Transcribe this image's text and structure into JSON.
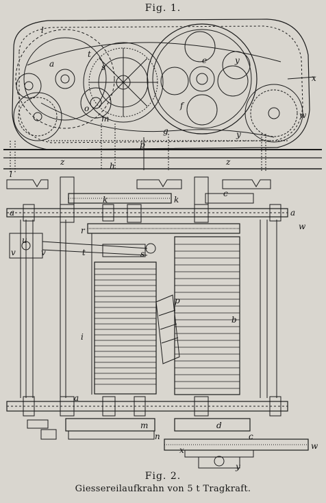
{
  "captions": {
    "fig1": "Fig. 1.",
    "fig2": "Fig. 2.",
    "title": "Giessereilaufkrahn von 5 t Tragkraft."
  },
  "fig1_labels": {
    "l": "l",
    "a": "a",
    "o": "o",
    "m": "m",
    "p": "p",
    "g": "g",
    "f": "f",
    "e": "e",
    "y1": "y",
    "y2": "y",
    "x": "x",
    "w": "w",
    "z1": "z",
    "z2": "z",
    "h": "h",
    "t": "t",
    "s": "s"
  },
  "fig2_labels": {
    "l": "l",
    "k1": "k",
    "k2": "k",
    "c": "c",
    "a_left": "a",
    "a_right": "a",
    "w_right": "w",
    "r": "r",
    "u": "u",
    "v1": "v",
    "v2": "v",
    "t": "t",
    "s": "s",
    "p": "p",
    "b": "b",
    "i": "i",
    "a_bottom": "a",
    "m": "m",
    "d": "d",
    "n": "n",
    "c_bottom": "c",
    "x_bottom": "x",
    "y_bottom": "y",
    "w_bottom": "w"
  }
}
